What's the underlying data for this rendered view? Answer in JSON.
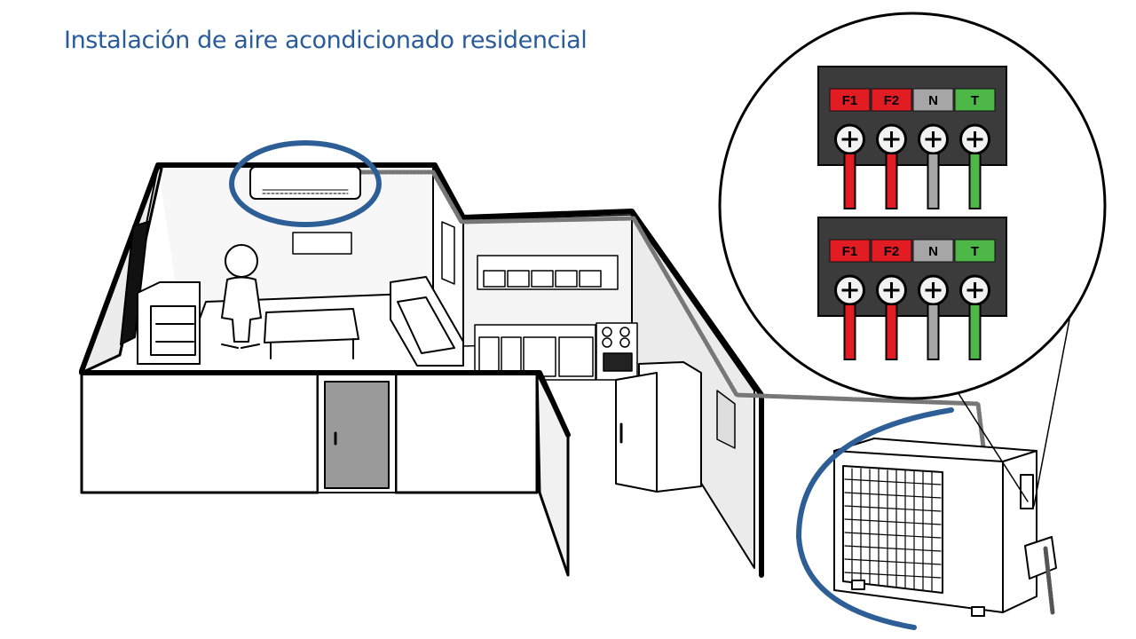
{
  "title": "Instalación de aire acondicionado residencial",
  "colors": {
    "title": "#2a5b9a",
    "highlight": "#2e5e96",
    "phase": "#e21c23",
    "neutral": "#a6a6a6",
    "earth": "#4db848",
    "panel": "#3b3b3b",
    "door": "#9a9a9a"
  },
  "terminal_blocks": [
    {
      "terminals": [
        {
          "label": "F1",
          "color": "#e21c23"
        },
        {
          "label": "F2",
          "color": "#e21c23"
        },
        {
          "label": "N",
          "color": "#a6a6a6"
        },
        {
          "label": "T",
          "color": "#4db848"
        }
      ]
    },
    {
      "terminals": [
        {
          "label": "F1",
          "color": "#e21c23"
        },
        {
          "label": "F2",
          "color": "#e21c23"
        },
        {
          "label": "N",
          "color": "#a6a6a6"
        },
        {
          "label": "T",
          "color": "#4db848"
        }
      ]
    }
  ]
}
